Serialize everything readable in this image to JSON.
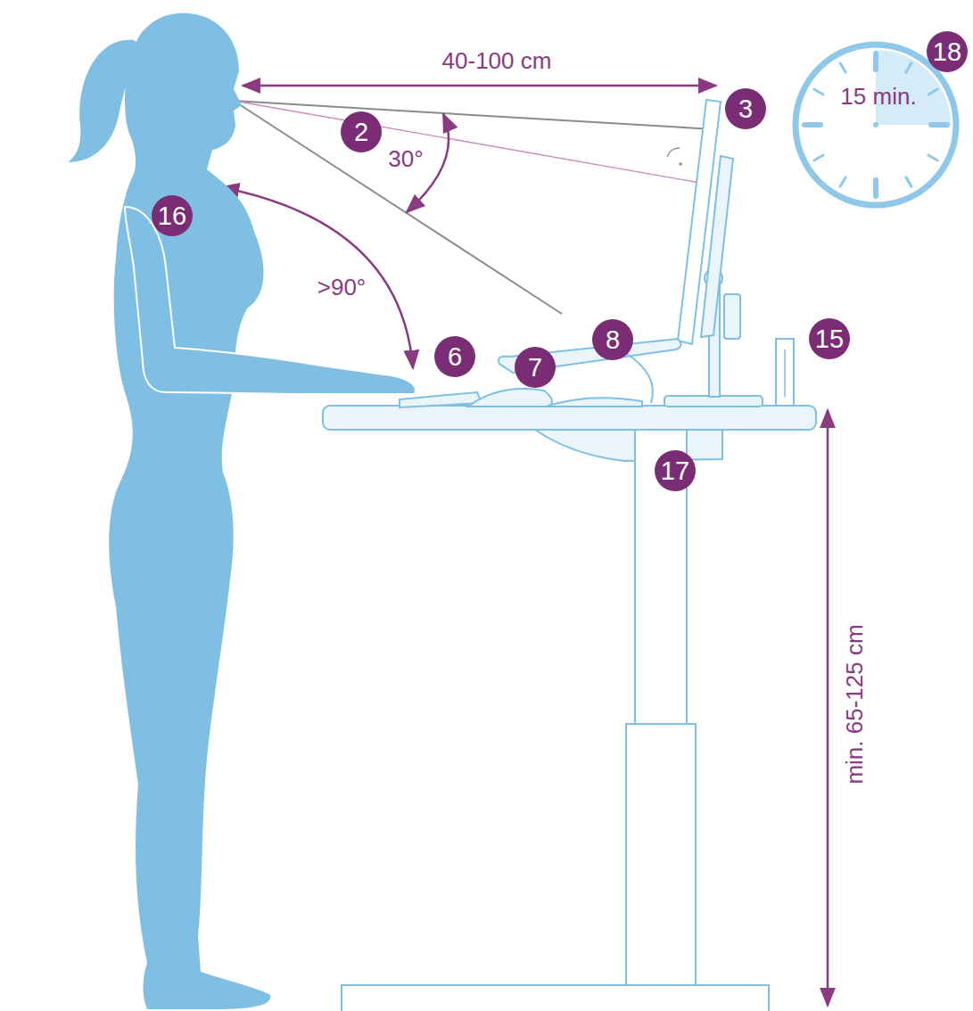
{
  "diagram": {
    "labels": [
      "40-100 cm",
      "2",
      "30°",
      "3",
      "16",
      ">90°",
      "6",
      "7",
      "8",
      "15",
      "17",
      "min. 65-125 cm",
      "15 min.",
      "18"
    ]
  }
}
